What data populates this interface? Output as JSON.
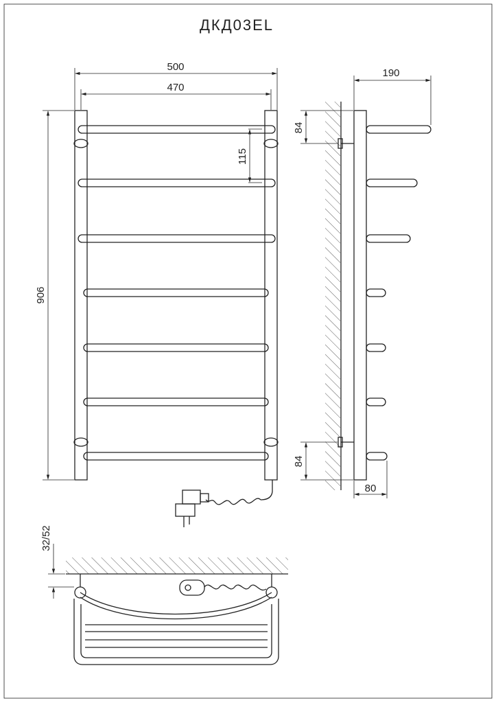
{
  "title": "ДКД03EL",
  "front_view": {
    "dim_total_width": "500",
    "dim_inner_width": "470",
    "dim_height": "906",
    "dim_bar_pitch": "115"
  },
  "side_view": {
    "dim_depth": "190",
    "dim_mount_top": "84",
    "dim_mount_bottom": "84",
    "dim_wall_offset": "80"
  },
  "top_view": {
    "dim_wall_gap": "32/52"
  },
  "colors": {
    "line": "#222222",
    "background": "#ffffff"
  }
}
